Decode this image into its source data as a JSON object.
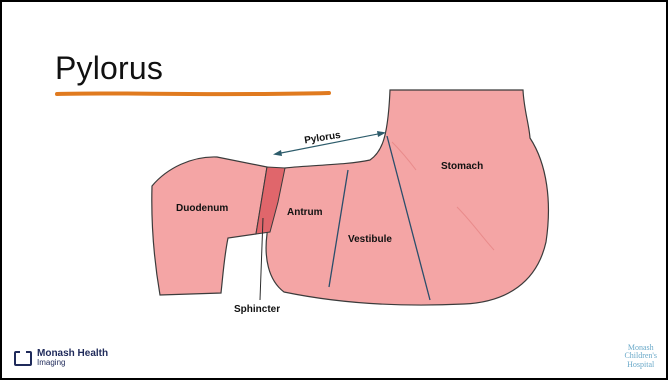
{
  "slide": {
    "title": "Pylorus"
  },
  "diagram": {
    "labels": {
      "pylorus": "Pylorus",
      "stomach": "Stomach",
      "duodenum": "Duodenum",
      "antrum": "Antrum",
      "vestibule": "Vestibule",
      "sphincter": "Sphincter"
    },
    "colors": {
      "tissue_fill": "#f4a5a5",
      "tissue_stroke": "#3b3b3b",
      "sphincter_fill": "#e0666b",
      "divider_line": "#2a4e6b",
      "arrow": "#2d5c6b",
      "title_underline": "#e07a1f"
    }
  },
  "footer": {
    "left_logo": {
      "org": "Monash Health",
      "sub": "Imaging",
      "icon": "monash-health-logo-icon"
    },
    "right_logo": {
      "line1": "Monash",
      "line2": "Children's",
      "line3": "Hospital"
    }
  }
}
